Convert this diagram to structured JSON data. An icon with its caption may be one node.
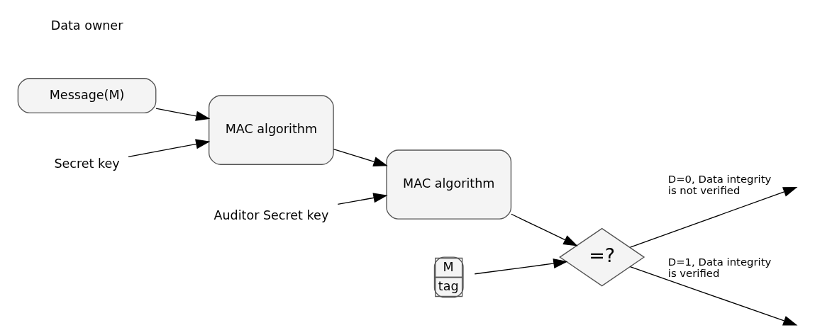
{
  "diagram": {
    "nodes": [
      {
        "text": [
          "Message(M)"
        ]
      },
      {
        "text": [
          "MAC algorithm"
        ]
      },
      {
        "text": [
          "Secret key"
        ]
      },
      {
        "text": [
          "Auditor Secret key"
        ]
      },
      {
        "text": [
          "MAC algorithm"
        ]
      },
      {
        "text": [
          "M",
          "tag"
        ]
      },
      {
        "text": [
          "=?"
        ]
      }
    ],
    "edges": [
      {
        "from": 0,
        "to": 1,
        "arrow": "to"
      },
      {
        "from": 2,
        "to": 1,
        "arrow": "to"
      },
      {
        "from": 1,
        "to": 4,
        "arrow": "to"
      },
      {
        "from": 3,
        "to": 4,
        "arrow": "to"
      },
      {
        "from": 4,
        "to": 6,
        "arrow": "to"
      },
      {
        "from": 5,
        "to": 6,
        "arrow": "to"
      },
      {
        "from": 6,
        "to": null,
        "arrow": "to",
        "label": "D=0, Data integrity is not verified"
      },
      {
        "from": 6,
        "to": null,
        "arrow": "to",
        "label": "D=1, Data integrity is verified"
      }
    ],
    "labels": [
      "Data owner"
    ]
  }
}
